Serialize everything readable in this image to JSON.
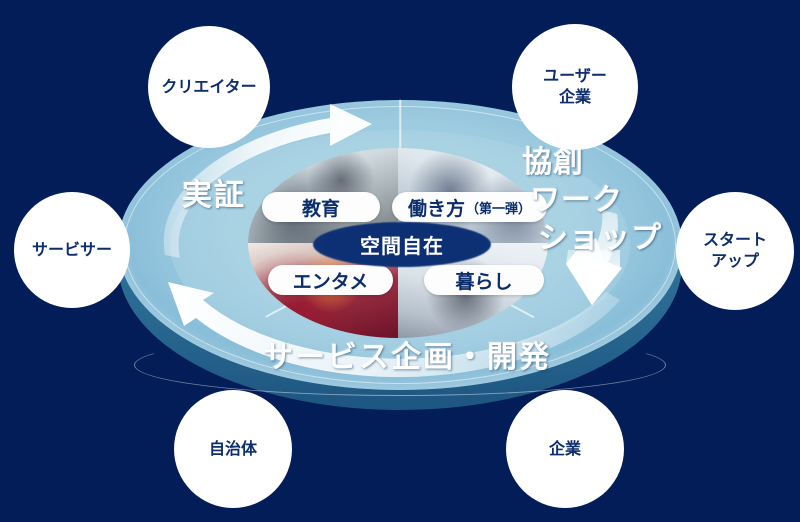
{
  "background_color": "#021d57",
  "accent_color": "#9dcbe0",
  "core": {
    "label": "空間自在"
  },
  "ring_captions": {
    "left": "実証",
    "bottom": "サービス企画・開発",
    "right_line1": "協創",
    "right_line2": "ワーク",
    "right_line3": "ショップ"
  },
  "domain_pills": [
    {
      "id": "kyoiku",
      "label": "教育",
      "sub": ""
    },
    {
      "id": "hatarakikata",
      "label": "働き方",
      "sub": "（第一弾）"
    },
    {
      "id": "entame",
      "label": "エンタメ",
      "sub": ""
    },
    {
      "id": "kurashi",
      "label": "暮らし",
      "sub": ""
    }
  ],
  "stakeholders": [
    {
      "id": "creator",
      "line1": "クリエイター",
      "line2": ""
    },
    {
      "id": "user",
      "line1": "ユーザー",
      "line2": "企業"
    },
    {
      "id": "servicer",
      "line1": "サービサー",
      "line2": ""
    },
    {
      "id": "startup",
      "line1": "スタート",
      "line2": "アップ"
    },
    {
      "id": "jichitai",
      "line1": "自治体",
      "line2": ""
    },
    {
      "id": "kigyo",
      "line1": "企業",
      "line2": ""
    }
  ],
  "arrows": [
    {
      "id": "top-right-arrow",
      "direction": "clockwise-top"
    },
    {
      "id": "right-down-arrow",
      "direction": "clockwise-right"
    },
    {
      "id": "bottom-left-arrow",
      "direction": "clockwise-bottom"
    }
  ]
}
